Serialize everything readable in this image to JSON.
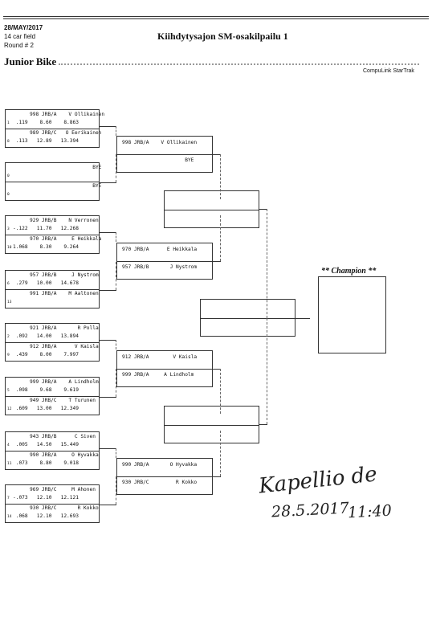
{
  "header": {
    "date": "28/MAY/2017",
    "field": "14 car field",
    "round": "Round # 2",
    "title": "Kiihdytysajon SM-osakilpailu 1",
    "class_name": "Junior Bike",
    "brand": "CompuLink StarTrak"
  },
  "round1": [
    {
      "top": {
        "line1": "998 JRB/A    V Ollikainen",
        "line2_num": "1",
        "line2": " .119    8.60    8.863"
      },
      "bot": {
        "line1": "989 JRB/C   O Eerikainen",
        "line2_num": "8",
        "line2": " .113   12.89   13.394"
      }
    },
    {
      "top": {
        "line1": "                     BYE",
        "line2_num": "0",
        "line2": ""
      },
      "bot": {
        "line1": "                     BYE",
        "line2_num": "0",
        "line2": ""
      }
    },
    {
      "top": {
        "line1": "929 JRB/B    N Verronen",
        "line2_num": "3",
        "line2": "-.122   11.70   12.268"
      },
      "bot": {
        "line1": "970 JRB/A     E Heikkala",
        "line2_num": "10",
        "line2": "1.068    8.30    9.264"
      }
    },
    {
      "top": {
        "line1": "957 JRB/B     J Nystrom",
        "line2_num": "6",
        "line2": " .279   10.00   14.678"
      },
      "bot": {
        "line1": "991 JRB/A    M Aaltonen",
        "line2_num": "13",
        "line2": ""
      }
    },
    {
      "top": {
        "line1": "921 JRB/A       R Polla",
        "line2_num": "2",
        "line2": " .092   14.00   13.894"
      },
      "bot": {
        "line1": "912 JRB/A      V Kaisla",
        "line2_num": "9",
        "line2": " .439    8.00    7.997"
      }
    },
    {
      "top": {
        "line1": "999 JRB/A    A Lindholm",
        "line2_num": "5",
        "line2": " .098    9.68    9.619"
      },
      "bot": {
        "line1": "949 JRB/C    T Turunen",
        "line2_num": "12",
        "line2": " .609   13.00   12.349"
      }
    },
    {
      "top": {
        "line1": "943 JRB/B      C Siven",
        "line2_num": "4",
        "line2": " .005   14.50   15.449"
      },
      "bot": {
        "line1": "990 JRB/A     O Hyvakka",
        "line2_num": "11",
        "line2": " .073    8.80    9.018"
      }
    },
    {
      "top": {
        "line1": "969 JRB/C     M Ahonen",
        "line2_num": "7",
        "line2": "-.073   12.10   12.121"
      },
      "bot": {
        "line1": "930 JRB/C       R Kokko",
        "line2_num": "14",
        "line2": " .068   12.10   12.693"
      }
    }
  ],
  "round2": [
    {
      "top": "998 JRB/A    V Ollikainen",
      "bot": "                     BYE"
    },
    {
      "top": "970 JRB/A      E Heikkala",
      "bot": "957 JRB/B       J Nystrom"
    },
    {
      "top": "912 JRB/A        V Kaisla",
      "bot": "999 JRB/A     A Lindholm"
    },
    {
      "top": "990 JRB/A       O Hyvakka",
      "bot": "930 JRB/C         R Kokko"
    }
  ],
  "champion_label": "** Champion **",
  "signature": {
    "name": "Kapellio de",
    "date": "28.5.2017",
    "time": "11:40"
  }
}
